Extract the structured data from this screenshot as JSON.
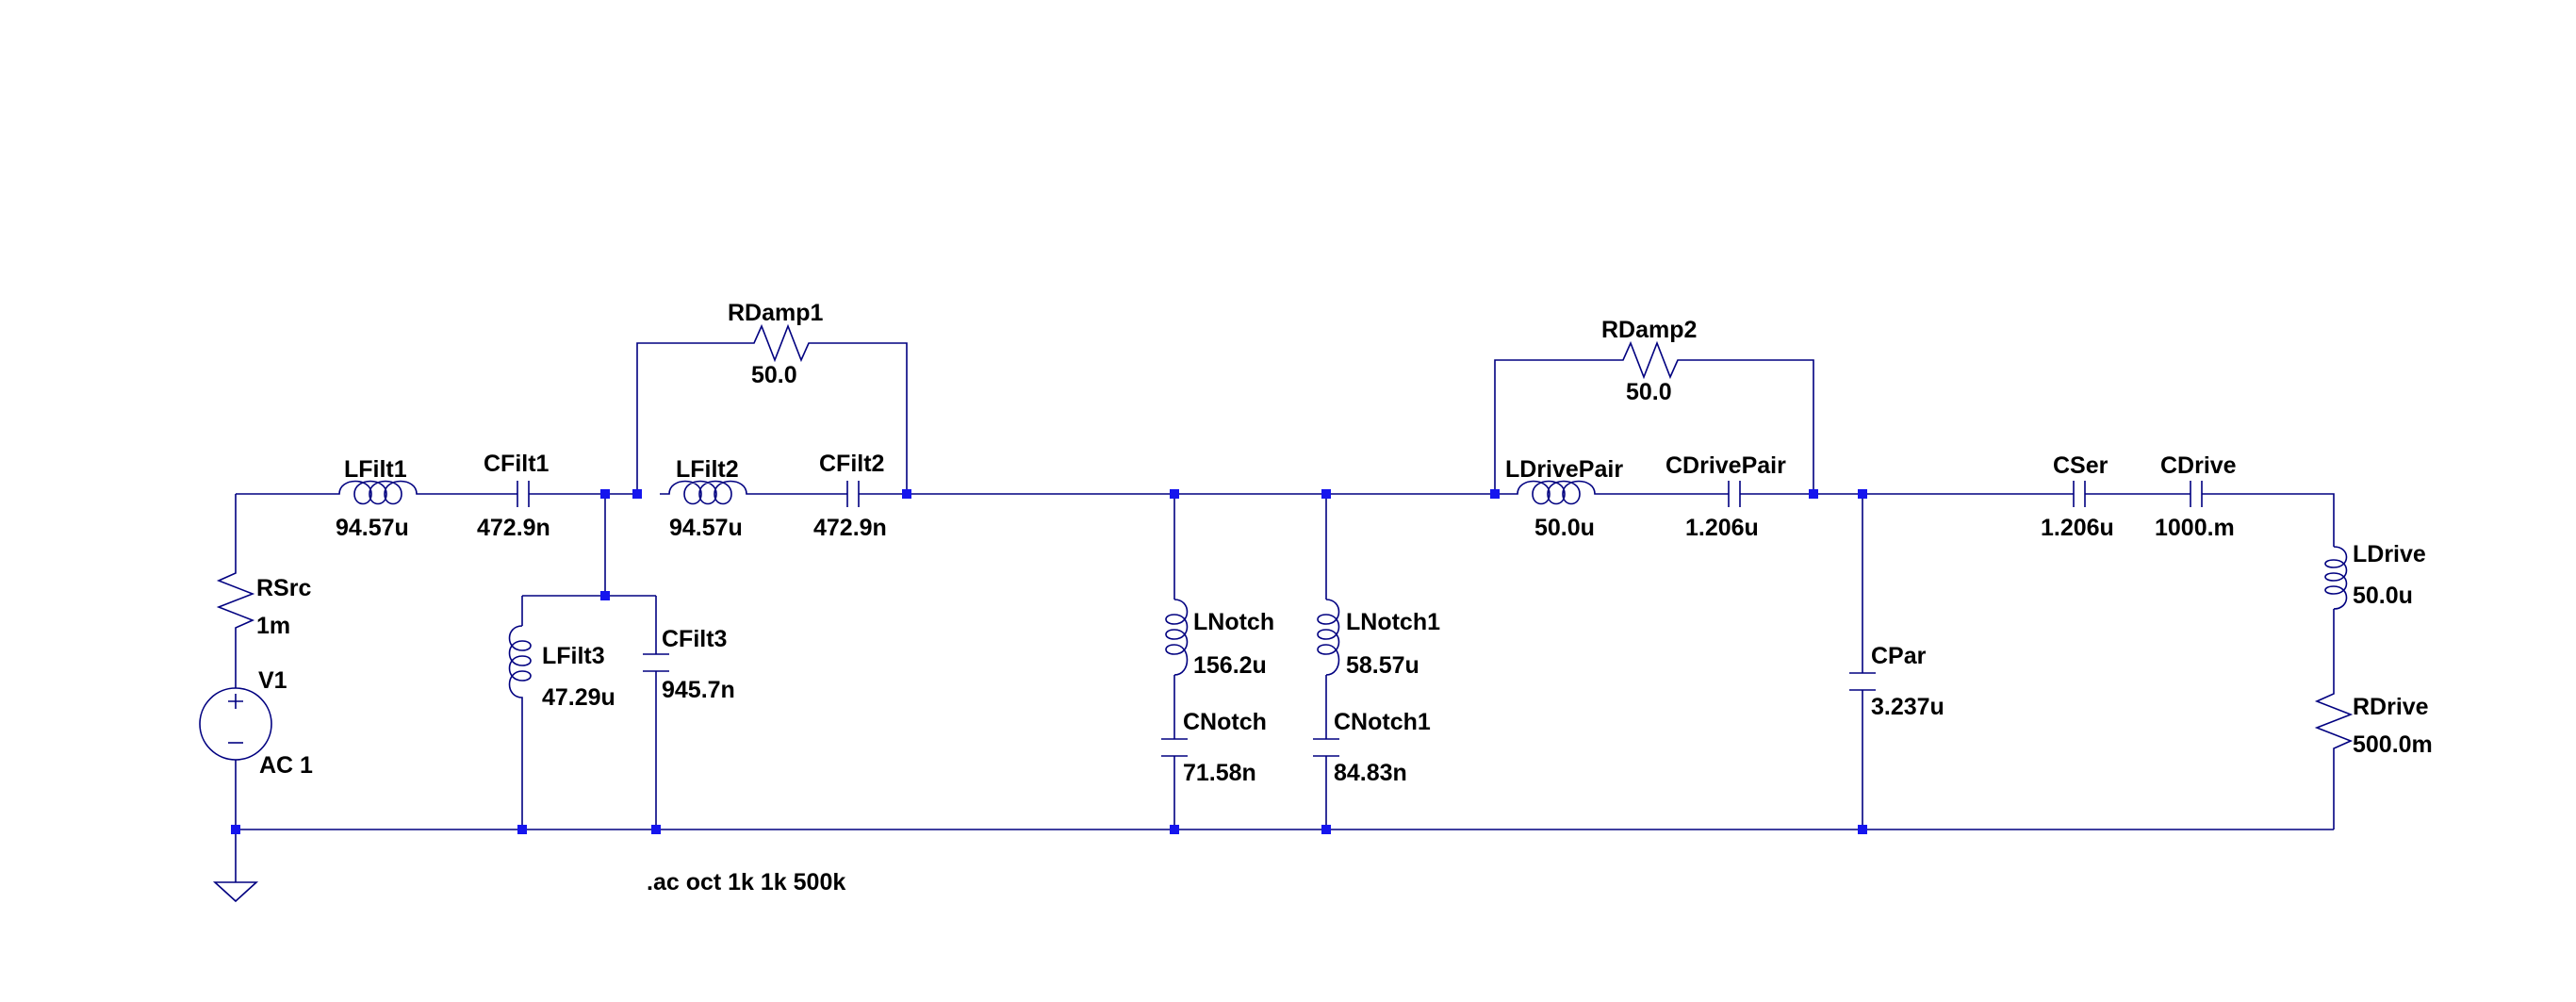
{
  "components": {
    "lfilt1": {
      "name": "LFilt1",
      "value": "94.57u"
    },
    "cfilt1": {
      "name": "CFilt1",
      "value": "472.9n"
    },
    "lfilt2": {
      "name": "LFilt2",
      "value": "94.57u"
    },
    "cfilt2": {
      "name": "CFilt2",
      "value": "472.9n"
    },
    "rdamp1": {
      "name": "RDamp1",
      "value": "50.0"
    },
    "lfilt3": {
      "name": "LFilt3",
      "value": "47.29u"
    },
    "cfilt3": {
      "name": "CFilt3",
      "value": "945.7n"
    },
    "rsrc": {
      "name": "RSrc",
      "value": "1m"
    },
    "v1": {
      "name": "V1",
      "value": "AC 1"
    },
    "lnotch": {
      "name": "LNotch",
      "value": "156.2u"
    },
    "cnotch": {
      "name": "CNotch",
      "value": "71.58n"
    },
    "lnotch1": {
      "name": "LNotch1",
      "value": "58.57u"
    },
    "cnotch1": {
      "name": "CNotch1",
      "value": "84.83n"
    },
    "rdamp2": {
      "name": "RDamp2",
      "value": "50.0"
    },
    "ldrivepair": {
      "name": "LDrivePair",
      "value": "50.0u"
    },
    "cdrivepair": {
      "name": "CDrivePair",
      "value": "1.206u"
    },
    "cpar": {
      "name": "CPar",
      "value": "3.237u"
    },
    "cser": {
      "name": "CSer",
      "value": "1.206u"
    },
    "cdrive": {
      "name": "CDrive",
      "value": "1000.m"
    },
    "ldrive": {
      "name": "LDrive",
      "value": "50.0u"
    },
    "rdrive": {
      "name": "RDrive",
      "value": "500.0m"
    }
  },
  "directive": ".ac oct 1k 1k 500k"
}
